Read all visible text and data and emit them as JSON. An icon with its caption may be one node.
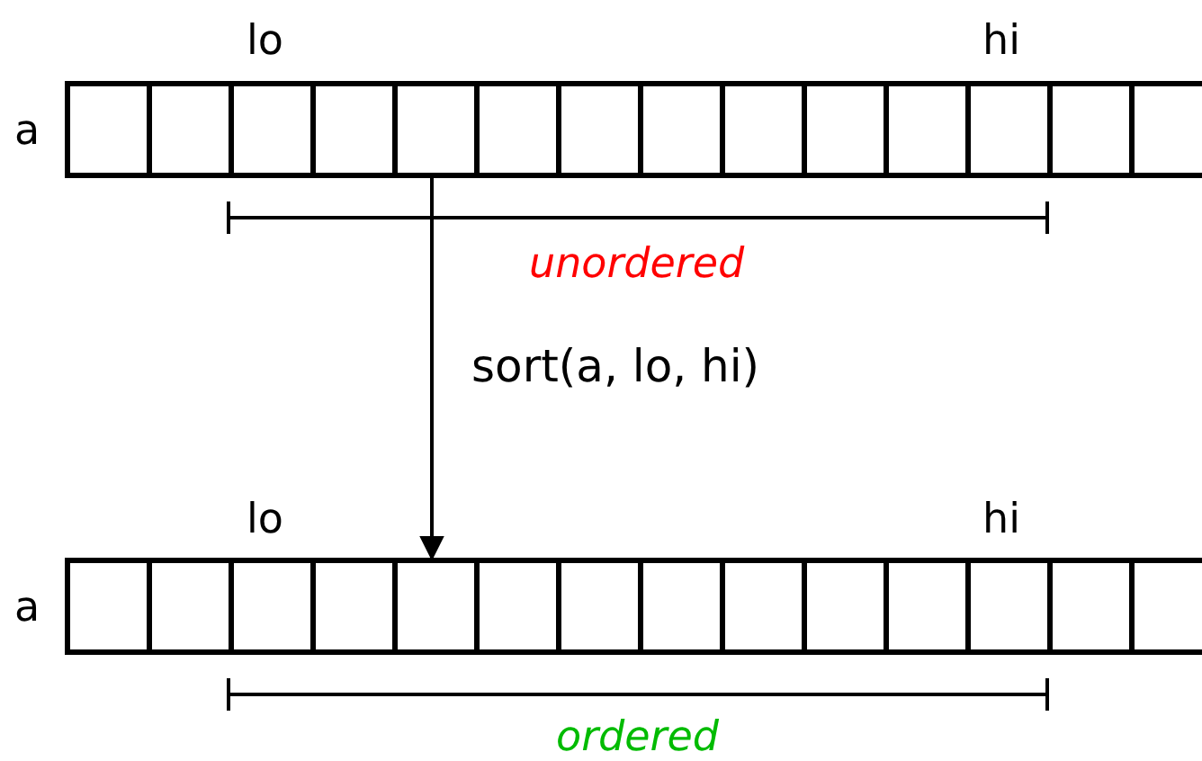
{
  "diagram": {
    "nodes": [
      {
        "text": [],
        "shape": "box",
        "beside": [
          "a"
        ]
      },
      {
        "text": [],
        "shape": "box",
        "beside": [
          "a"
        ]
      }
    ],
    "edges": [
      {
        "from": 0,
        "to": 1,
        "arrow": "to",
        "label": "sort(a, lo, hi)"
      }
    ],
    "labels": [
      "lo",
      "hi",
      "unordered",
      "lo",
      "hi",
      "ordered"
    ]
  }
}
